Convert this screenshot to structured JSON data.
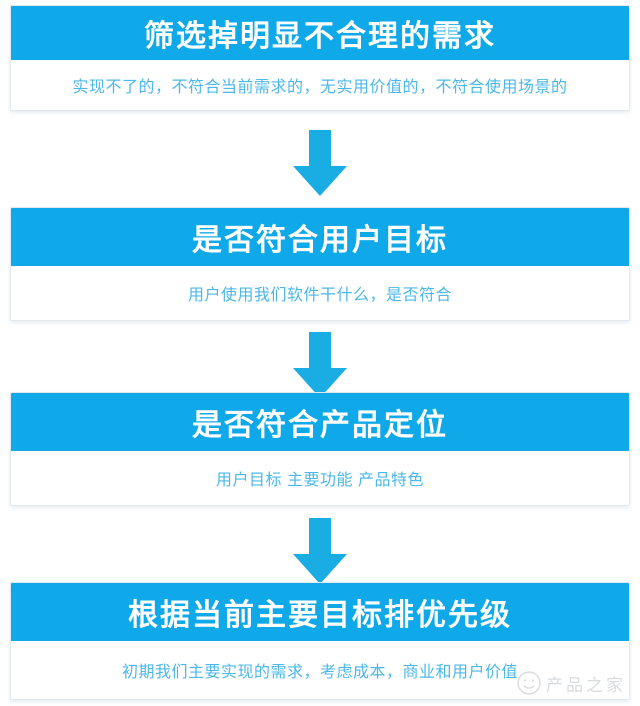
{
  "diagram": {
    "type": "flowchart",
    "orientation": "vertical",
    "colors": {
      "header_bg": "#0fa8e8",
      "header_text": "#ffffff",
      "body_bg": "#ffffff",
      "body_text": "#4cb8e8",
      "arrow": "#19ade4",
      "page_bg": "#ffffff",
      "card_border": "#e3e8ec"
    },
    "nodes": [
      {
        "id": "node-1",
        "title": "筛选掉明显不合理的需求",
        "subtitle": "实现不了的，不符合当前需求的，无实用价值的，不符合使用场景的"
      },
      {
        "id": "node-2",
        "title": "是否符合用户目标",
        "subtitle": "用户使用我们软件干什么，是否符合"
      },
      {
        "id": "node-3",
        "title": "是否符合产品定位",
        "subtitle": "用户目标 主要功能 产品特色"
      },
      {
        "id": "node-4",
        "title": "根据当前主要目标排优先级",
        "subtitle": "初期我们主要实现的需求，考虑成本，商业和用户价值"
      }
    ],
    "connectors": [
      {
        "id": "arrow-1",
        "icon": "arrow-down-icon",
        "from": "node-1",
        "to": "node-2"
      },
      {
        "id": "arrow-2",
        "icon": "arrow-down-icon",
        "from": "node-2",
        "to": "node-3"
      },
      {
        "id": "arrow-3",
        "icon": "arrow-down-icon",
        "from": "node-3",
        "to": "node-4"
      }
    ]
  },
  "watermark": {
    "text": "产品之家",
    "icon": "smiley-face-logo-icon"
  }
}
